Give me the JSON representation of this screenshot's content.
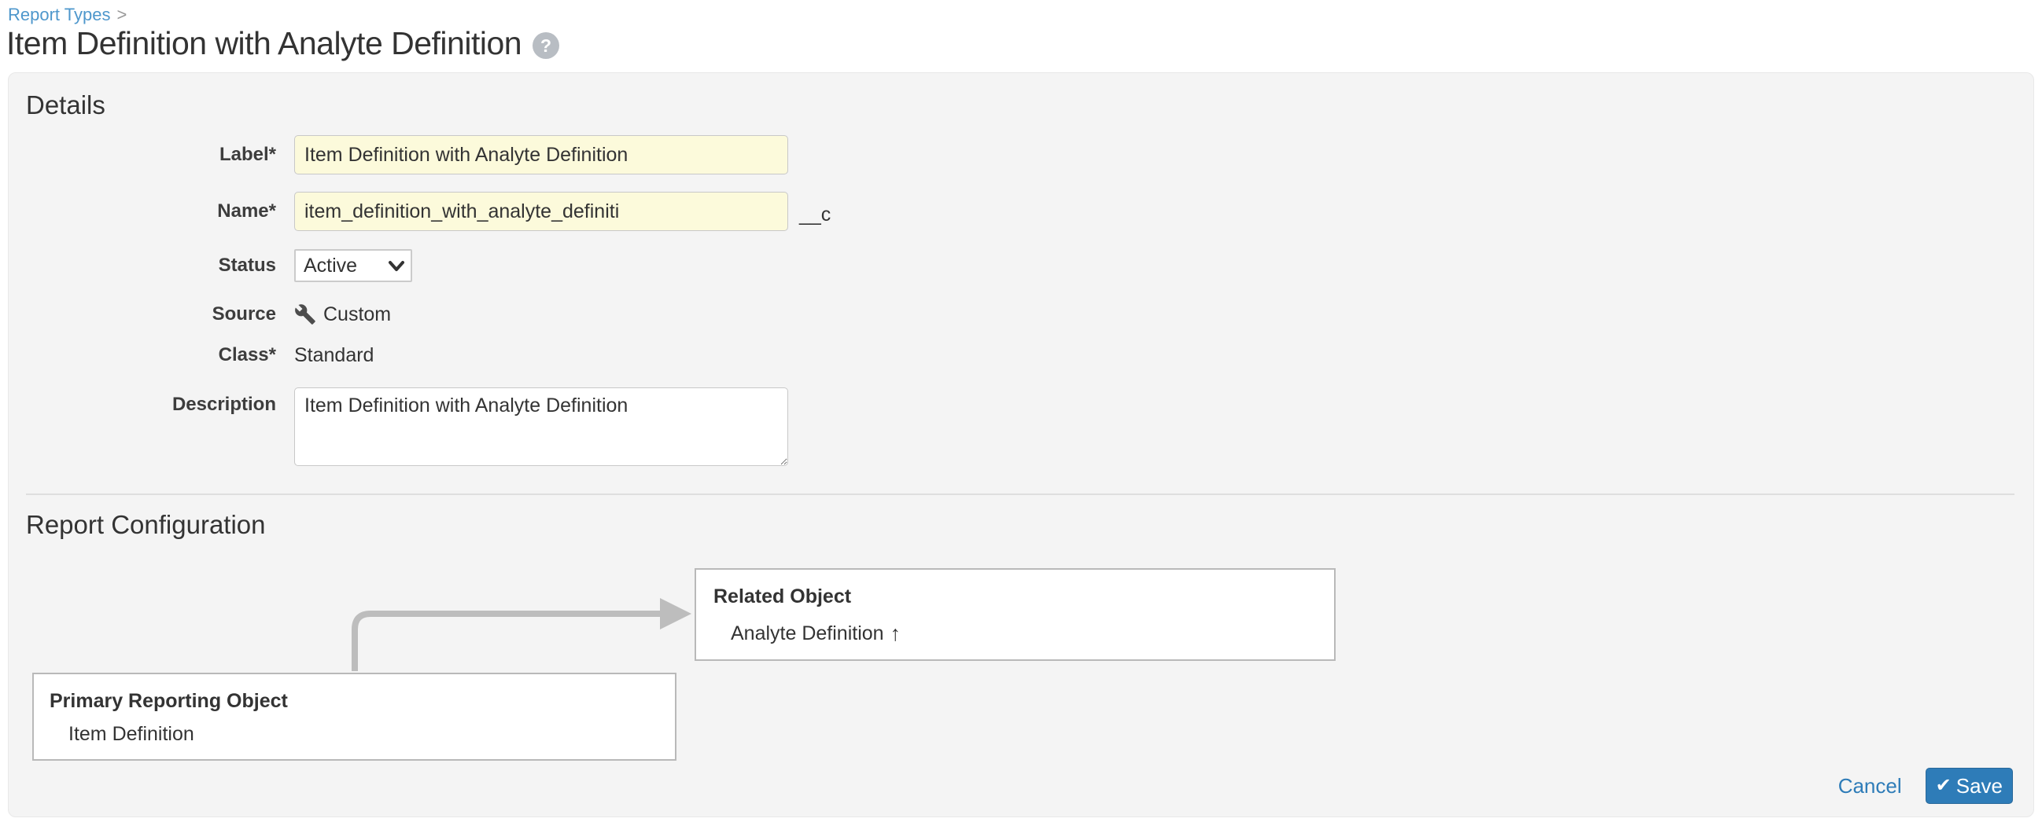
{
  "breadcrumb": {
    "link": "Report Types",
    "separator": ">"
  },
  "page": {
    "title": "Item Definition with Analyte Definition",
    "help_glyph": "?"
  },
  "details": {
    "heading": "Details",
    "fields": {
      "label": {
        "label": "Label*",
        "value": "Item Definition with Analyte Definition"
      },
      "name": {
        "label": "Name*",
        "value": "item_definition_with_analyte_definiti",
        "suffix": "__c"
      },
      "status": {
        "label": "Status",
        "value": "Active"
      },
      "source": {
        "label": "Source",
        "value": "Custom",
        "icon": "wrench-icon"
      },
      "class": {
        "label": "Class*",
        "value": "Standard"
      },
      "description": {
        "label": "Description",
        "value": "Item Definition with Analyte Definition"
      }
    }
  },
  "report_configuration": {
    "heading": "Report Configuration",
    "related_object": {
      "title": "Related Object",
      "value": "Analyte Definition",
      "lookup_arrow_glyph": "↑"
    },
    "primary_object": {
      "title": "Primary Reporting Object",
      "value": "Item Definition"
    }
  },
  "actions": {
    "cancel": "Cancel",
    "save": "Save",
    "save_check_glyph": "✔"
  },
  "colors": {
    "accent_blue": "#2e7cb8",
    "breadcrumb_link": "#4e97cc",
    "panel_bg": "#f4f4f4",
    "input_yellow": "#fcfadb",
    "box_border": "#b9b9b9",
    "connector_gray": "#bdbdbd",
    "help_icon_gray": "#b8bdc3"
  }
}
